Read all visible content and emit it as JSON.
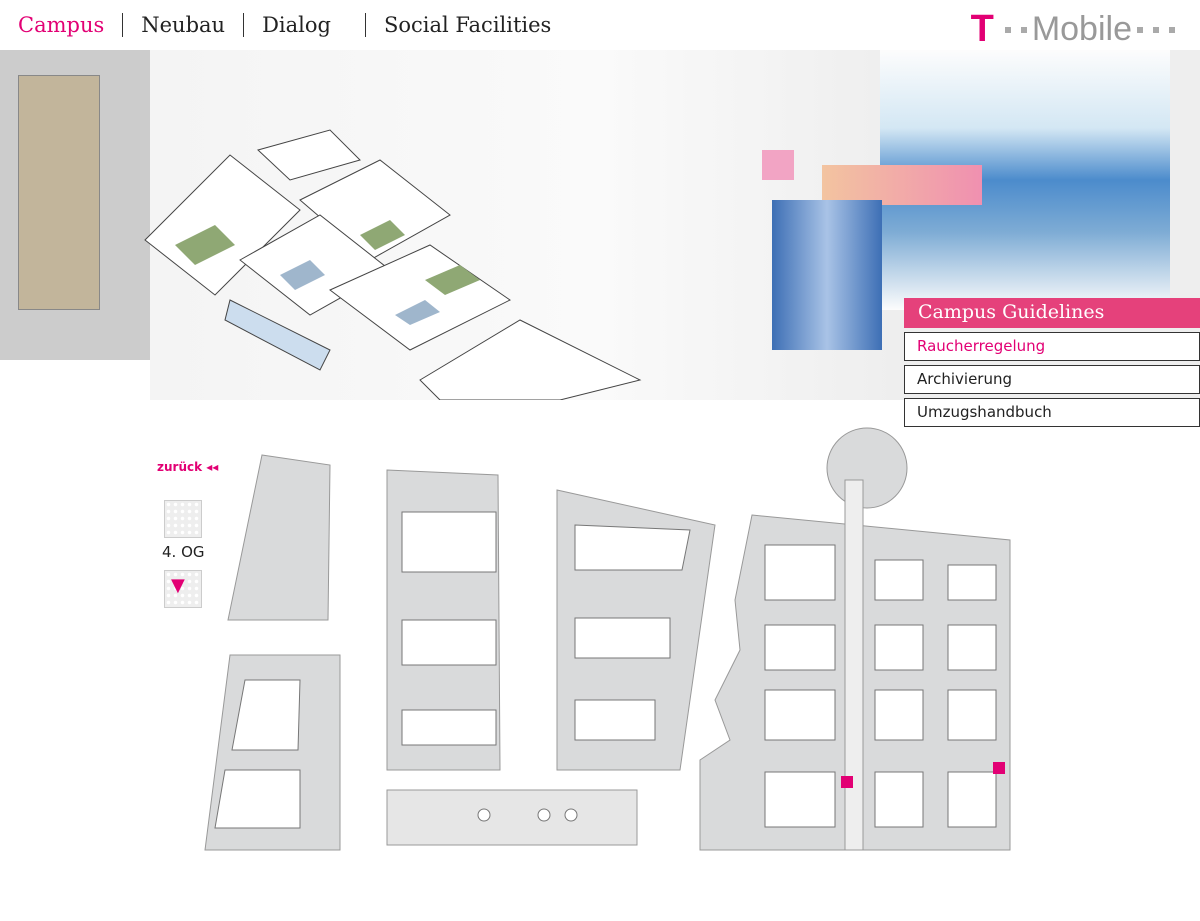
{
  "nav": {
    "items": [
      "Campus",
      "Neubau",
      "Dialog",
      "Social Facilities"
    ],
    "active": 0
  },
  "logo": {
    "text": "T · · Mobile · · ·",
    "brand": "Mobile",
    "t": "T"
  },
  "menu": {
    "title": "Campus Guidelines",
    "items": [
      "Raucherregelung",
      "Archivierung",
      "Umzugshandbuch"
    ]
  },
  "floorplan": {
    "back_label": "zurück ◂◂",
    "floor_label": "4. OG"
  },
  "colors": {
    "magenta": "#e20074",
    "menu_head": "#e5417b"
  }
}
